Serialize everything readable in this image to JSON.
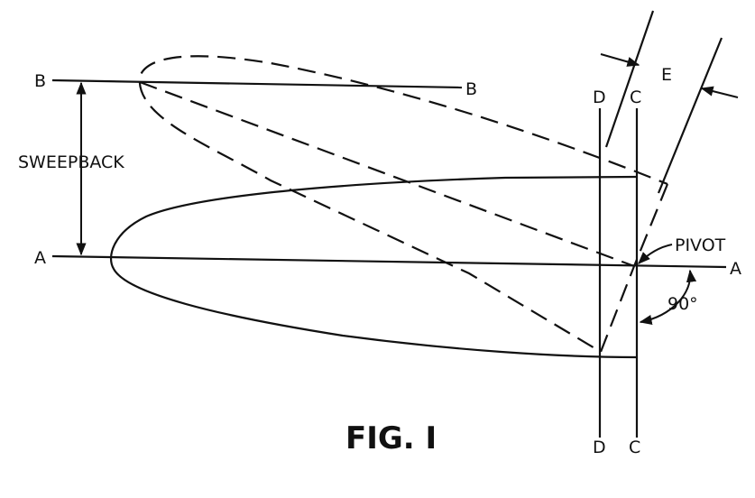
{
  "labels": {
    "line_b_left": "B",
    "line_b_right": "B",
    "line_a_left": "A",
    "line_a_right": "A",
    "line_d_top": "D",
    "line_d_bottom": "D",
    "line_c_top": "C",
    "line_c_bottom": "C",
    "dimension_e": "E",
    "sweepback": "SWEEPBACK",
    "pivot": "PIVOT",
    "angle": "90°",
    "figure_caption": "FIG. I"
  }
}
